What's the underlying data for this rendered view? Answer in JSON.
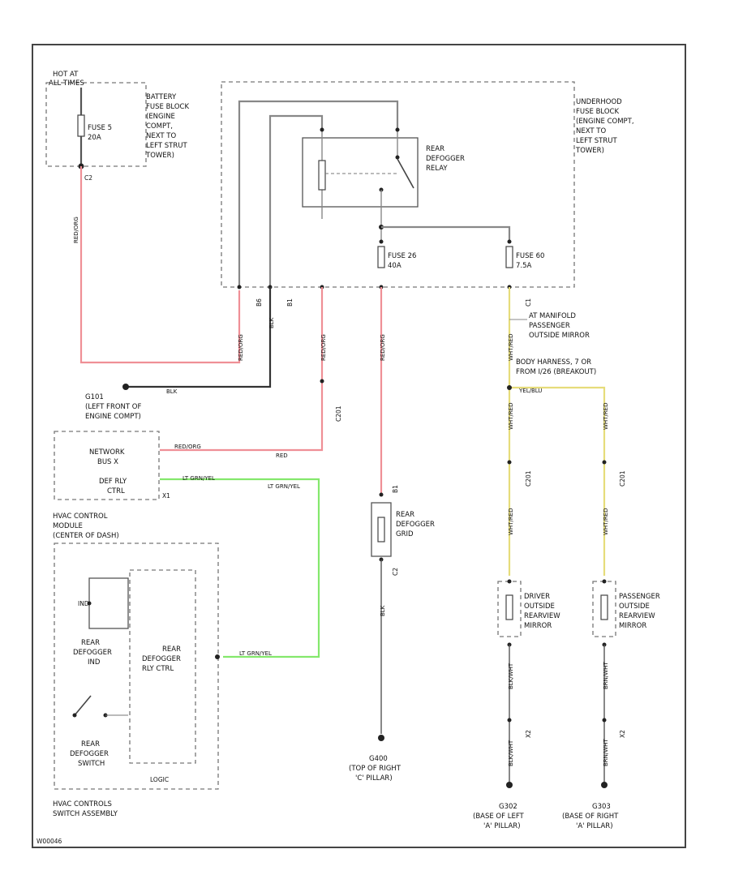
{
  "colors": {
    "red": "#ef8f96",
    "black": "#333333",
    "gray": "#9a9a9a",
    "green": "#84e86c",
    "yellow": "#e6dc7a"
  },
  "labels": {
    "hot_at": [
      "HOT AT",
      "ALL TIMES"
    ],
    "fuse5": [
      "FUSE 5",
      "20A"
    ],
    "batt_block": [
      "BATTERY",
      "FUSE BLOCK",
      "(ENGINE",
      "COMPT,",
      "NEXT TO",
      "LEFT STRUT",
      "TOWER)"
    ],
    "underhood_block": [
      "UNDERHOOD",
      "FUSE BLOCK",
      "(ENGINE COMPT,",
      "NEXT TO",
      "LEFT STRUT",
      "TOWER)"
    ],
    "relay": [
      "REAR",
      "DEFOGGER",
      "RELAY"
    ],
    "fuse26": [
      "FUSE 26",
      "40A"
    ],
    "fuse60": [
      "FUSE 60",
      "7.5A"
    ],
    "manifold": [
      "AT MANIFOLD",
      "PASSENGER",
      "OUTSIDE MIRROR"
    ],
    "body_harness": [
      "BODY HARNESS, 7 OR",
      "FROM I/26 (BREAKOUT)"
    ],
    "ground_g101": [
      "G101",
      "(LEFT FRONT OF",
      "ENGINE COMPT)"
    ],
    "hvac_module": [
      "HVAC CONTROL",
      "MODULE",
      "(CENTER OF DASH)"
    ],
    "network": [
      "NETWORK",
      "BUS X"
    ],
    "defrly": [
      "DEF RLY",
      "CTRL"
    ],
    "grid": [
      "REAR",
      "DEFOGGER",
      "GRID"
    ],
    "driver_mirror": [
      "DRIVER",
      "OUTSIDE",
      "REARVIEW",
      "MIRROR"
    ],
    "pass_mirror": [
      "PASSENGER",
      "OUTSIDE",
      "REARVIEW",
      "MIRROR"
    ],
    "ind": "IND",
    "def_ind": [
      "REAR",
      "DEFOGGER",
      "IND"
    ],
    "def_switch": [
      "REAR",
      "DEFOGGER",
      "SWITCH"
    ],
    "rly_ctrl": [
      "REAR",
      "DEFOGGER",
      "RLY CTRL"
    ],
    "logic": "LOGIC",
    "hvac_switch": [
      "HVAC CONTROLS",
      "SWITCH ASSEMBLY"
    ],
    "g400": [
      "G400",
      "(TOP OF RIGHT",
      "'C' PILLAR)"
    ],
    "g302": [
      "G302",
      "(BASE OF LEFT",
      "'A' PILLAR)"
    ],
    "g303": [
      "G303",
      "(BASE OF RIGHT",
      "'A' PILLAR)"
    ],
    "footer": "W00046"
  },
  "wires": {
    "red_vert": "RED/ORG",
    "blk": "BLK",
    "red": "RED",
    "ltgrn": "LT GRN/YEL",
    "wht_red": "WHT/RED",
    "yel": "YEL/BLU",
    "blk_wht": "BLK/WHT",
    "brn": "BRN/WHT"
  },
  "connectors": {
    "c2": "C2",
    "b6": "B6",
    "b1": "B1",
    "c1": "C1",
    "c201": "C201",
    "x1": "X1",
    "x2": "X2"
  }
}
